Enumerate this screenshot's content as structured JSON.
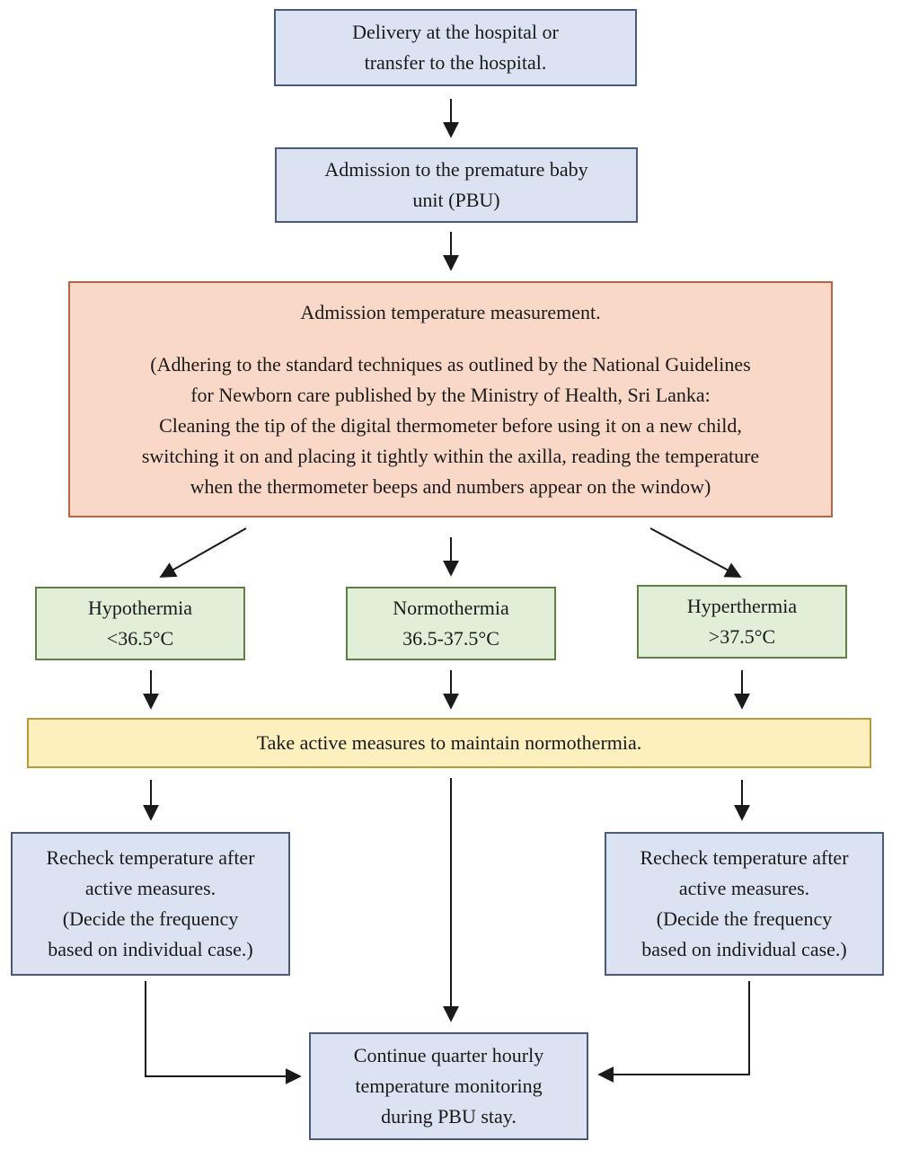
{
  "nodes": {
    "delivery": [
      "Delivery at the hospital or",
      "transfer to the hospital."
    ],
    "admission": [
      "Admission to the premature baby",
      "unit (PBU)"
    ],
    "measurement": {
      "title": "Admission temperature measurement.",
      "details": [
        "(Adhering to the standard techniques as outlined by the National Guidelines",
        "for Newborn care published by the Ministry of Health, Sri Lanka:",
        "Cleaning the tip of the digital thermometer before using it on a new child,",
        "switching it on and placing it tightly within the axilla, reading the temperature",
        "when the thermometer beeps and numbers appear on the window)"
      ]
    },
    "hypothermia": [
      "Hypothermia",
      "<36.5°C"
    ],
    "normothermia": [
      "Normothermia",
      "36.5-37.5°C"
    ],
    "hyperthermia": [
      "Hyperthermia",
      ">37.5°C"
    ],
    "active_measures": "Take active measures to maintain normothermia.",
    "recheck_left": [
      "Recheck temperature after",
      "active measures.",
      "(Decide the frequency",
      "based on individual case.)"
    ],
    "recheck_right": [
      "Recheck temperature after",
      "active measures.",
      "(Decide the frequency",
      "based on individual case.)"
    ],
    "continue": [
      "Continue quarter hourly",
      "temperature monitoring",
      "during PBU stay."
    ]
  },
  "colors": {
    "blue_fill": "#dbe3f3",
    "orange_fill": "#f9d8c8",
    "green_fill": "#e1efd8",
    "yellow_fill": "#fdefbe",
    "arrow": "#1a1a1a"
  }
}
